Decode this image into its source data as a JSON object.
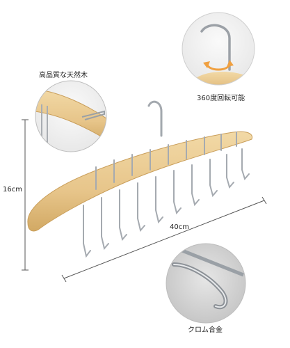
{
  "labels": {
    "material": "高品質な天然木",
    "rotation": "360度回転可能",
    "metal": "クロム合金",
    "height": "16cm",
    "width": "40cm"
  },
  "colors": {
    "wood": "#e9c98c",
    "wood_edge": "#cfa663",
    "chrome": "#b8bcc2",
    "chrome_dark": "#80858c",
    "rotate_arrow": "#f0a040",
    "circle_bg": "#d6d6d6"
  }
}
